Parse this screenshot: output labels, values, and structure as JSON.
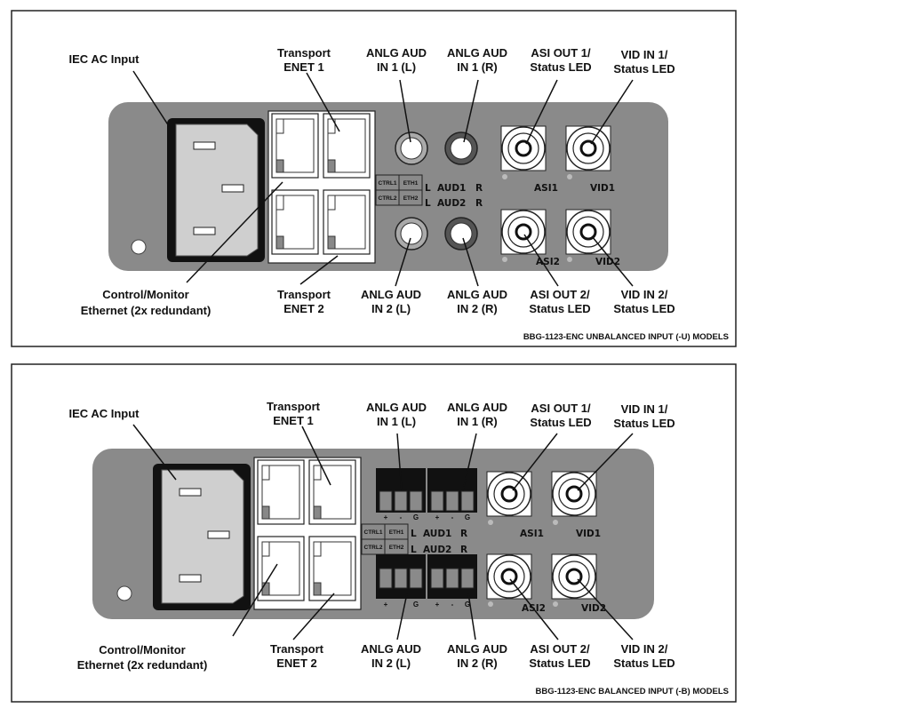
{
  "panels": [
    {
      "caption": "BBG-1123-ENC UNBALANCED INPUT (-U) MODELS",
      "labels": {
        "iec_ac_input": "IEC AC Input",
        "transport_enet1": [
          "Transport",
          "ENET 1"
        ],
        "anlg_aud_in1_l": [
          "ANLG AUD",
          "IN 1 (L)"
        ],
        "anlg_aud_in1_r": [
          "ANLG AUD",
          "IN 1 (R)"
        ],
        "asi_out1": [
          "ASI OUT 1/",
          "Status LED"
        ],
        "vid_in1": [
          "VID IN 1/",
          "Status LED"
        ],
        "control_monitor": [
          "Control/Monitor",
          "Ethernet (2x redundant)"
        ],
        "transport_enet2": [
          "Transport",
          "ENET 2"
        ],
        "anlg_aud_in2_l": [
          "ANLG AUD",
          "IN 2 (L)"
        ],
        "anlg_aud_in2_r": [
          "ANLG AUD",
          "IN 2 (R)"
        ],
        "asi_out2": [
          "ASI OUT 2/",
          "Status LED"
        ],
        "vid_in2": [
          "VID IN 2/",
          "Status LED"
        ]
      },
      "silkscreen": {
        "ctrl1": "CTRL1",
        "eth1": "ETH1",
        "ctrl2": "CTRL2",
        "eth2": "ETH2",
        "aud1": "AUD1",
        "aud2": "AUD2",
        "l": "L",
        "r": "R",
        "asi1": "ASI1",
        "vid1": "VID1",
        "asi2": "ASI2",
        "vid2": "VID2"
      }
    },
    {
      "caption": "BBG-1123-ENC BALANCED INPUT (-B) MODELS",
      "labels": {
        "iec_ac_input": "IEC AC Input",
        "transport_enet1": [
          "Transport",
          "ENET 1"
        ],
        "anlg_aud_in1_l": [
          "ANLG AUD",
          "IN 1 (L)"
        ],
        "anlg_aud_in1_r": [
          "ANLG AUD",
          "IN 1 (R)"
        ],
        "asi_out1": [
          "ASI OUT 1/",
          "Status LED"
        ],
        "vid_in1": [
          "VID IN 1/",
          "Status LED"
        ],
        "control_monitor": [
          "Control/Monitor",
          "Ethernet (2x redundant)"
        ],
        "transport_enet2": [
          "Transport",
          "ENET 2"
        ],
        "anlg_aud_in2_l": [
          "ANLG AUD",
          "IN 2 (L)"
        ],
        "anlg_aud_in2_r": [
          "ANLG AUD",
          "IN 2 (R)"
        ],
        "asi_out2": [
          "ASI OUT 2/",
          "Status LED"
        ],
        "vid_in2": [
          "VID IN 2/",
          "Status LED"
        ]
      },
      "silkscreen": {
        "ctrl1": "CTRL1",
        "eth1": "ETH1",
        "ctrl2": "CTRL2",
        "eth2": "ETH2",
        "aud1": "AUD1",
        "aud2": "AUD2",
        "l": "L",
        "r": "R",
        "asi1": "ASI1",
        "vid1": "VID1",
        "asi2": "ASI2",
        "vid2": "VID2",
        "pin_plus": "+",
        "pin_minus": "-",
        "pin_g": "G"
      }
    }
  ]
}
